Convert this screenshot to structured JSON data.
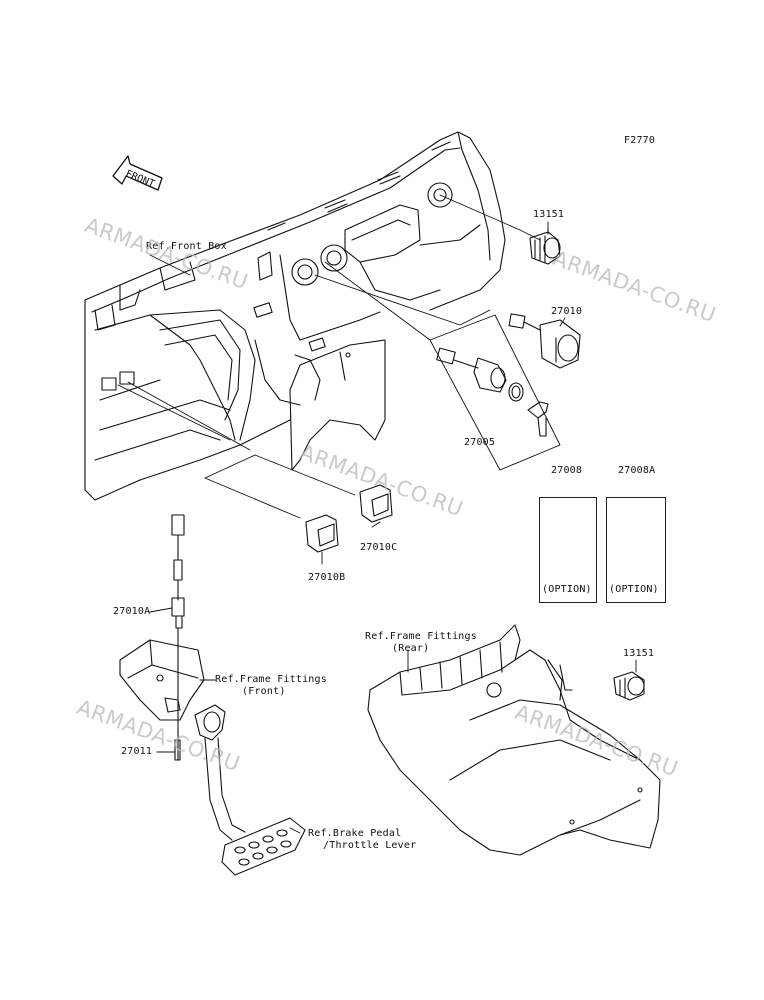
{
  "figure_code": "F2770",
  "front_arrow": "FRONT",
  "watermark": "ARMADA-CO.RU",
  "parts": {
    "p13151_top": "13151",
    "p27010": "27010",
    "p27005": "27005",
    "p27008": "27008",
    "p27008A": "27008A",
    "p27010B": "27010B",
    "p27010C": "27010C",
    "p27010A": "27010A",
    "p27011": "27011",
    "p13151_bottom": "13151"
  },
  "refs": {
    "front_box": "Ref.Front Box",
    "frame_rear_1": "Ref.Frame Fittings",
    "frame_rear_2": "(Rear)",
    "frame_front_1": "Ref.Frame Fittings",
    "frame_front_2": "(Front)",
    "brake_1": "Ref.Brake Pedal",
    "brake_2": "/Throttle Lever"
  },
  "option_label": "(OPTION)",
  "colors": {
    "line": "#111111",
    "watermark": "#b9b9b9"
  }
}
